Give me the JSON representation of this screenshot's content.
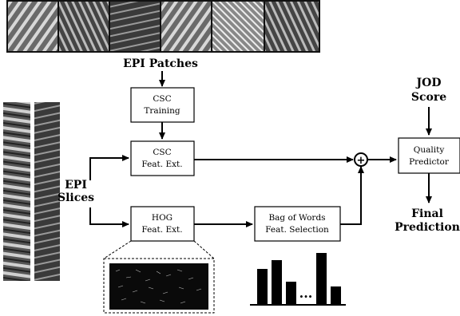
{
  "nodes": {
    "epi_patches": "EPI Patches",
    "csc_training": [
      "CSC",
      "Training"
    ],
    "csc_feat": [
      "CSC",
      "Feat. Ext."
    ],
    "hog_feat": [
      "HOG",
      "Feat. Ext."
    ],
    "bow": [
      "Bag of Words",
      "Feat. Selection"
    ],
    "quality": [
      "Quality",
      "Predictor"
    ],
    "jod": [
      "JOD",
      "Score"
    ],
    "final": [
      "Final",
      "Prediction"
    ],
    "epi_slices": [
      "EPI",
      "Slices"
    ],
    "plus_symbol": "+",
    "ellipsis": "..."
  },
  "colors": {
    "ink": "#000000",
    "background": "#ffffff"
  },
  "icons": {
    "epi_patch_strip": "epi-patch-thumbnails",
    "epi_slice_images": "epi-slice-images",
    "hog_visual": "hog-feature-image",
    "histogram": "bag-of-words-histogram",
    "sum_node": "circled-plus-icon"
  }
}
